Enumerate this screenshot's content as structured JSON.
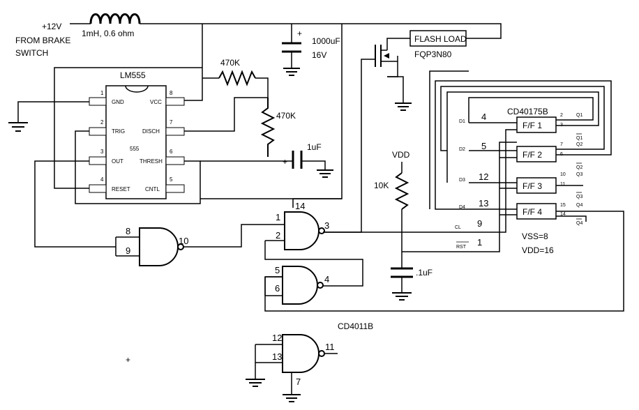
{
  "power": {
    "supply_line1": "+12V",
    "supply_line2": "FROM BRAKE",
    "supply_line3": "SWITCH",
    "inductor_label": "1mH, 0.6 ohm",
    "cap_value": "1000uF",
    "cap_voltage": "16V",
    "cap_plus": "+"
  },
  "timer": {
    "name": "LM555",
    "center": "555",
    "pins_left": [
      {
        "num": "1",
        "name": "GND"
      },
      {
        "num": "2",
        "name": "TRIG"
      },
      {
        "num": "3",
        "name": "OUT"
      },
      {
        "num": "4",
        "name": "RESET"
      }
    ],
    "pins_right": [
      {
        "num": "8",
        "name": "VCC"
      },
      {
        "num": "7",
        "name": "DISCH"
      },
      {
        "num": "6",
        "name": "THRESH"
      },
      {
        "num": "5",
        "name": "CNTL"
      }
    ],
    "r1": "470K",
    "r2": "470K",
    "c_timing": "1uF",
    "c_plus": "+"
  },
  "mosfet": {
    "load": "FLASH LOAD",
    "part": "FQP3N80"
  },
  "flipflop": {
    "name": "CD40175B",
    "cells": [
      "F/F 1",
      "F/F 2",
      "F/F 3",
      "F/F 4"
    ],
    "d_labels": [
      "D1",
      "D2",
      "D3",
      "D4"
    ],
    "d_pins": [
      "4",
      "5",
      "12",
      "13"
    ],
    "q_labels": [
      "Q1",
      "Q2",
      "Q3",
      "Q4"
    ],
    "qbar_labels": [
      "Q1",
      "Q2",
      "Q3",
      "Q4"
    ],
    "q_pins": [
      "2",
      "7",
      "10",
      "15"
    ],
    "qbar_pins": [
      "3",
      "6",
      "11",
      "14"
    ],
    "cl_label": "CL",
    "cl_pin": "9",
    "rst_label": "RST",
    "rst_pin": "1",
    "vss": "VSS=8",
    "vdd": "VDD=16"
  },
  "reset_net": {
    "vdd": "VDD",
    "resistor": "10K",
    "cap": ".1uF"
  },
  "gates": {
    "part": "CD4011B",
    "g1": {
      "in_a": "8",
      "in_b": "9",
      "out": "10"
    },
    "g2": {
      "in_a": "1",
      "in_b": "2",
      "out": "3",
      "vdd_pin": "14"
    },
    "g3": {
      "in_a": "5",
      "in_b": "6",
      "out": "4"
    },
    "g4": {
      "in_a": "12",
      "in_b": "13",
      "out": "11",
      "gnd_pin": "7"
    }
  }
}
